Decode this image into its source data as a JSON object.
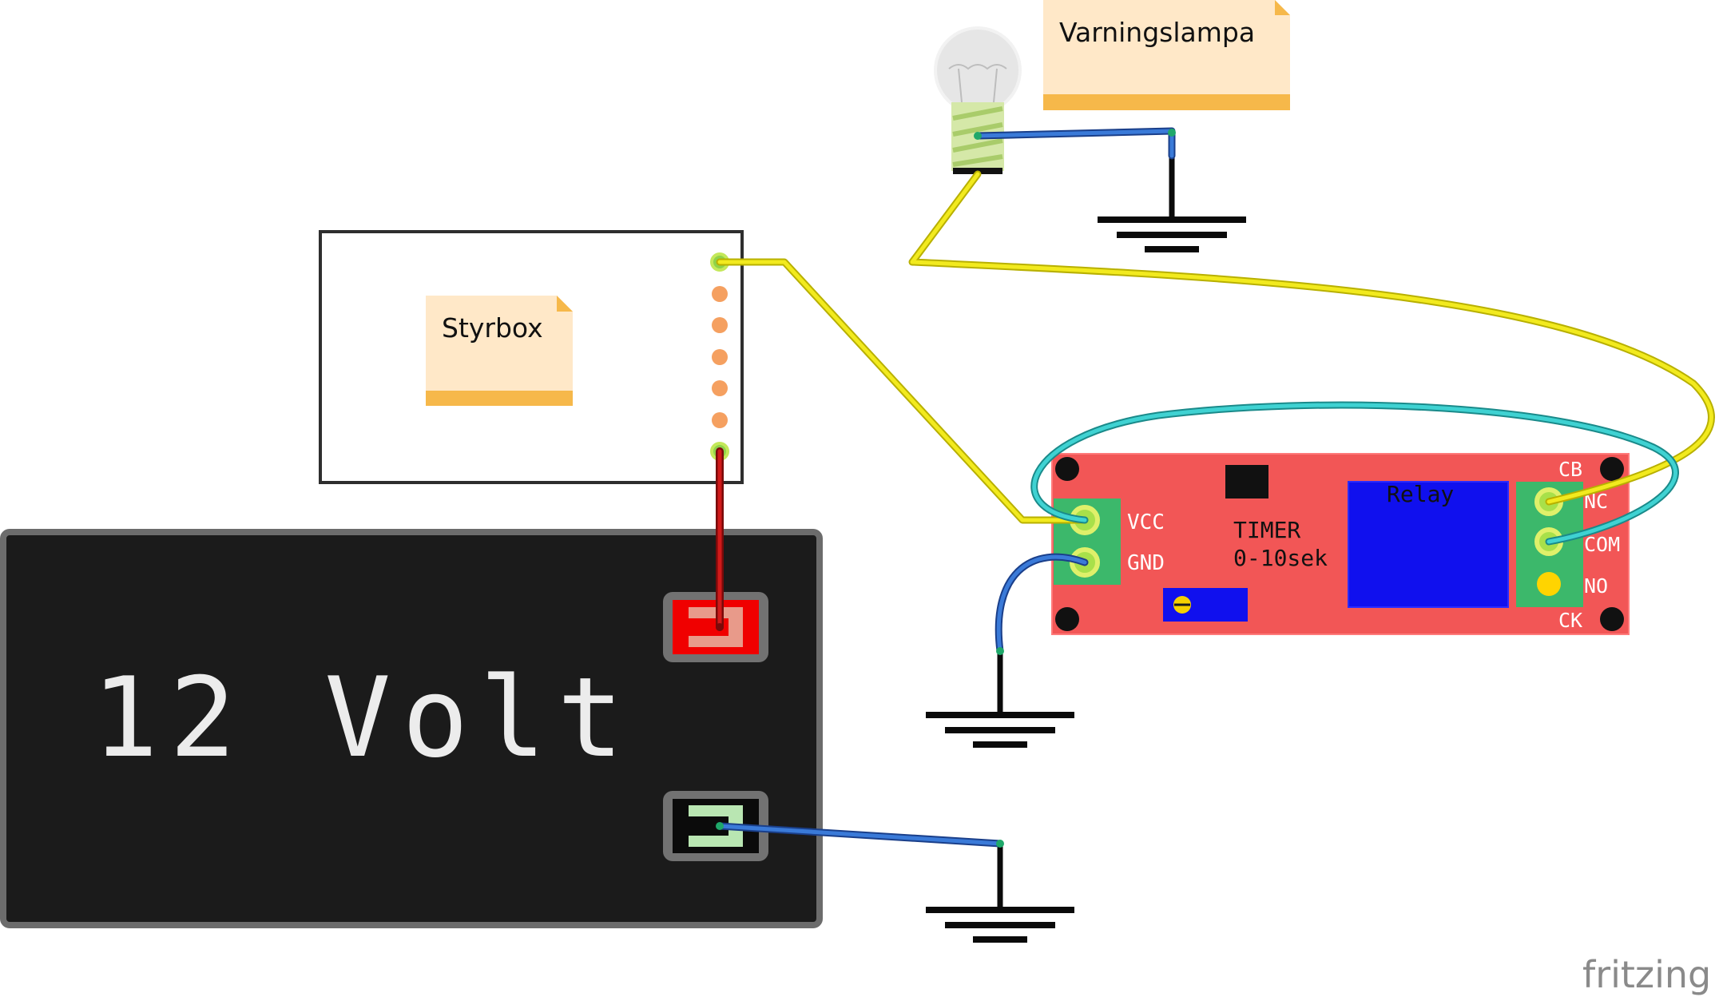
{
  "colors": {
    "wire_yellow": "#f2ea1e",
    "wire_blue": "#2f6fd0",
    "wire_cyan": "#33c4c4",
    "wire_red": "#c8161c",
    "battery_body": "#1b1b1b",
    "relay_board": "#f25656",
    "relay_block": "#1010ee",
    "note_fill": "#ffe8c8",
    "note_band": "#f6b84a",
    "terminal_green": "#3cb86b"
  },
  "notes": {
    "styrbox": "Styrbox",
    "varningslampa": "Varningslampa"
  },
  "battery": {
    "label": "12 Volt",
    "positive_terminal_icon": "battery-positive-terminal-icon",
    "negative_terminal_icon": "battery-negative-terminal-icon"
  },
  "lamp": {
    "icon": "light-bulb-icon"
  },
  "ground": {
    "icon": "ground-symbol-icon"
  },
  "relay_module": {
    "pin_vcc": "VCC",
    "pin_gnd": "GND",
    "title_line1": "TIMER",
    "title_line2": "0-10sek",
    "relay_label": "Relay",
    "pin_cb": "CB",
    "pin_nc": "NC",
    "pin_com": "COM",
    "pin_no": "NO",
    "pin_ck": "CK"
  },
  "watermark": "fritzing"
}
